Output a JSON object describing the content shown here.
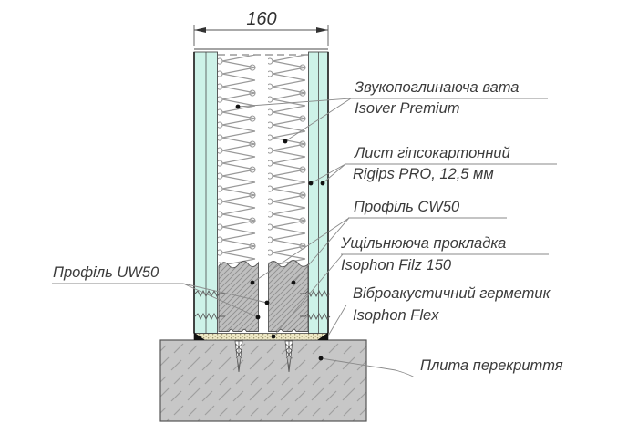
{
  "drawing": {
    "title_hint": "wall-section-detail",
    "dimension": {
      "width_mm": "160"
    },
    "labels": {
      "wool_line1": "Звукопоглинаюча вата",
      "wool_line2": "Isover Premium",
      "gypsum_line1": "Лист гіпсокартонний",
      "gypsum_line2": "Rigips PRO, 12,5 мм",
      "cw_profile": "Профіль CW50",
      "gasket_line1": "Ущільнююча прокладка",
      "gasket_line2": "Isophon Filz 150",
      "sealant_line1": "Віброакустичний герметик",
      "sealant_line2": "Isophon Flex",
      "slab": "Плита перекриття",
      "uw_profile": "Профіль UW50"
    },
    "colors": {
      "gypsum_board": "#cdf2e8",
      "stud_fill": "#bfbfbf",
      "stud_hatch": "#8f8f8f",
      "concrete_fill": "#c7c7c7",
      "concrete_hatch": "#9e9e9e",
      "gasket_fill": "#efe9c6",
      "gasket_dot": "#8f8760",
      "sealant": "#111111",
      "line": "#444444",
      "leader": "#8a8a8a",
      "wool_wave": "#9a9a9a"
    }
  }
}
